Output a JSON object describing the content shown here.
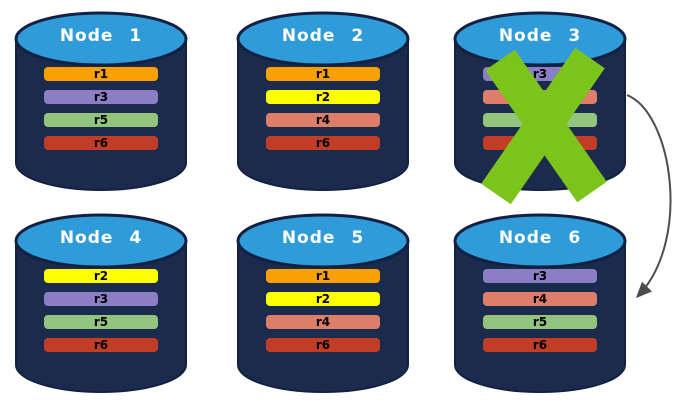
{
  "colors": {
    "cylinder_body": "#1B2B4D",
    "cylinder_top": "#2F9BD8",
    "cylinder_edge": "#122142",
    "failure_x": "#7CC31B",
    "arrow": "#4D4D4D",
    "replica_r1": "#F9A005",
    "replica_r2": "#FFFF00",
    "replica_r3": "#8C7EC5",
    "replica_r4": "#DD7E6B",
    "replica_r5": "#93C47D",
    "replica_r6": "#C13D26"
  },
  "nodes": [
    {
      "id": "node-1",
      "label": "Node 1",
      "failed": false,
      "replicas": [
        {
          "label": "r1",
          "color": "#F9A005"
        },
        {
          "label": "r3",
          "color": "#8C7EC5"
        },
        {
          "label": "r5",
          "color": "#93C47D"
        },
        {
          "label": "r6",
          "color": "#C13D26"
        }
      ]
    },
    {
      "id": "node-2",
      "label": "Node 2",
      "failed": false,
      "replicas": [
        {
          "label": "r1",
          "color": "#F9A005"
        },
        {
          "label": "r2",
          "color": "#FFFF00"
        },
        {
          "label": "r4",
          "color": "#DD7E6B"
        },
        {
          "label": "r6",
          "color": "#C13D26"
        }
      ]
    },
    {
      "id": "node-3",
      "label": "Node 3",
      "failed": true,
      "replicas": [
        {
          "label": "r3",
          "color": "#8C7EC5"
        },
        {
          "label": "r4",
          "color": "#DD7E6B"
        },
        {
          "label": "r5",
          "color": "#93C47D"
        },
        {
          "label": "r6",
          "color": "#C13D26"
        }
      ]
    },
    {
      "id": "node-4",
      "label": "Node 4",
      "failed": false,
      "replicas": [
        {
          "label": "r2",
          "color": "#FFFF00"
        },
        {
          "label": "r3",
          "color": "#8C7EC5"
        },
        {
          "label": "r5",
          "color": "#93C47D"
        },
        {
          "label": "r6",
          "color": "#C13D26"
        }
      ]
    },
    {
      "id": "node-5",
      "label": "Node 5",
      "failed": false,
      "replicas": [
        {
          "label": "r1",
          "color": "#F9A005"
        },
        {
          "label": "r2",
          "color": "#FFFF00"
        },
        {
          "label": "r4",
          "color": "#DD7E6B"
        },
        {
          "label": "r6",
          "color": "#C13D26"
        }
      ]
    },
    {
      "id": "node-6",
      "label": "Node 6",
      "failed": false,
      "replicas": [
        {
          "label": "r3",
          "color": "#8C7EC5"
        },
        {
          "label": "r4",
          "color": "#DD7E6B"
        },
        {
          "label": "r5",
          "color": "#93C47D"
        },
        {
          "label": "r6",
          "color": "#C13D26"
        }
      ]
    }
  ],
  "arrow": {
    "from": "Node 3",
    "to": "Node 6"
  }
}
